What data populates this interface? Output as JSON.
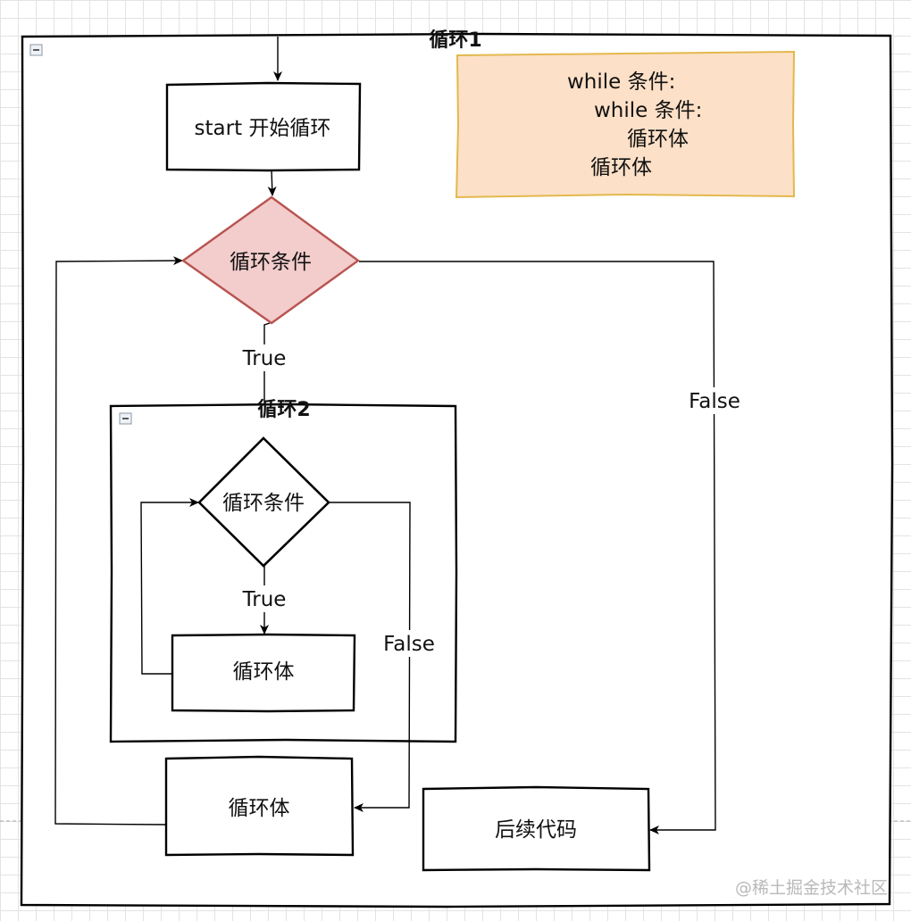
{
  "containers": {
    "outer_title": "循环1",
    "inner_title": "循环2"
  },
  "nodes": {
    "start": "start 开始循环",
    "outer_condition": "循环条件",
    "inner_condition": "循环条件",
    "inner_body": "循环体",
    "outer_body": "循环体",
    "after_code": "后续代码"
  },
  "edge_labels": {
    "outer_true": "True",
    "outer_false": "False",
    "inner_true": "True",
    "inner_false": "False"
  },
  "note": {
    "lines": [
      "while 条件:",
      "while 条件:",
      "循环体",
      "循环体"
    ]
  },
  "watermark": "@稀土掘金技术社区",
  "colors": {
    "outer_condition_fill": "#f3cccc",
    "outer_condition_stroke": "#b85450",
    "note_fill": "#fce0c7",
    "note_stroke": "#e3b84e"
  }
}
